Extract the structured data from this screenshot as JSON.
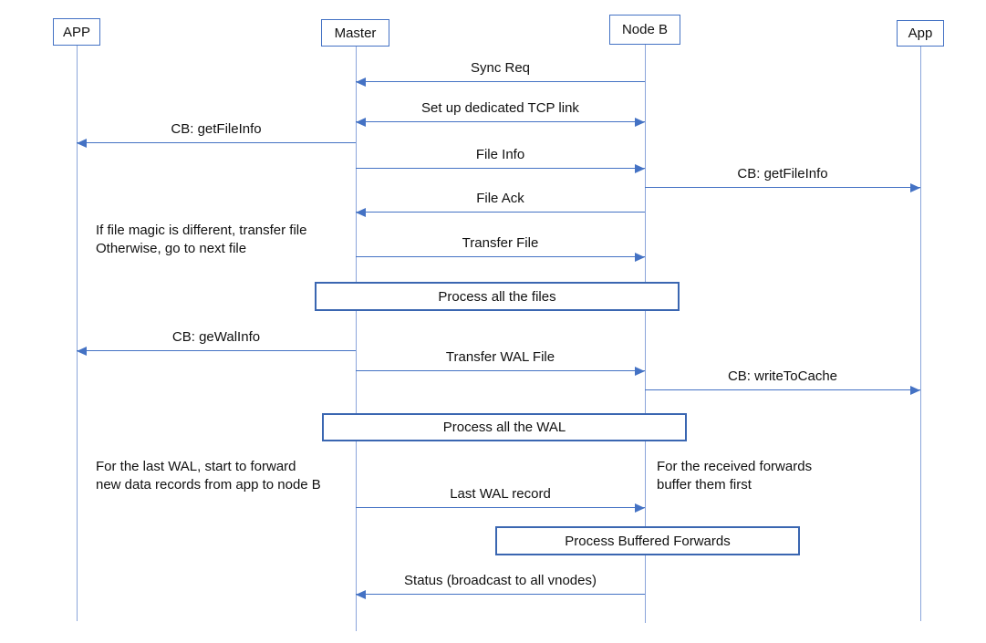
{
  "diagram": {
    "type": "sequence",
    "colors": {
      "arrow_line": "#4472C4",
      "lifeline": "#8AA5DA",
      "process_box_border": "#3A66B1",
      "text": "#111111",
      "background": "#FFFFFF"
    },
    "actors": [
      {
        "label": "APP"
      },
      {
        "label": "Master"
      },
      {
        "label": "Node B"
      },
      {
        "label": "App"
      }
    ],
    "messages": [
      {
        "label": "Sync Req",
        "from": "Node B",
        "to": "Master",
        "direction": "left"
      },
      {
        "label": "Set up dedicated TCP link",
        "from": "Master",
        "to": "Node B",
        "direction": "both"
      },
      {
        "label": "CB: getFileInfo",
        "from": "Master",
        "to": "APP",
        "direction": "left"
      },
      {
        "label": "File Info",
        "from": "Master",
        "to": "Node B",
        "direction": "right"
      },
      {
        "label": "CB: getFileInfo",
        "from": "Node B",
        "to": "App",
        "direction": "right"
      },
      {
        "label": "File Ack",
        "from": "Node B",
        "to": "Master",
        "direction": "left"
      },
      {
        "label": "Transfer File",
        "from": "Master",
        "to": "Node B",
        "direction": "right"
      },
      {
        "label": "CB: geWalInfo",
        "from": "Master",
        "to": "APP",
        "direction": "left"
      },
      {
        "label": "Transfer WAL File",
        "from": "Master",
        "to": "Node B",
        "direction": "right"
      },
      {
        "label": "CB: writeToCache",
        "from": "Node B",
        "to": "App",
        "direction": "right"
      },
      {
        "label": "Last WAL record",
        "from": "Master",
        "to": "Node B",
        "direction": "right"
      },
      {
        "label": "Status (broadcast to all vnodes)",
        "from": "Node B",
        "to": "Master",
        "direction": "left"
      }
    ],
    "process_boxes": [
      {
        "label": "Process all the files"
      },
      {
        "label": "Process all the WAL"
      },
      {
        "label": "Process Buffered Forwards"
      }
    ],
    "annotations": [
      {
        "text": "If file magic is different, transfer file\nOtherwise, go to next file"
      },
      {
        "text": "For the last WAL, start to forward\nnew data records from app to node B"
      },
      {
        "text": "For the received forwards\nbuffer them first"
      }
    ]
  }
}
